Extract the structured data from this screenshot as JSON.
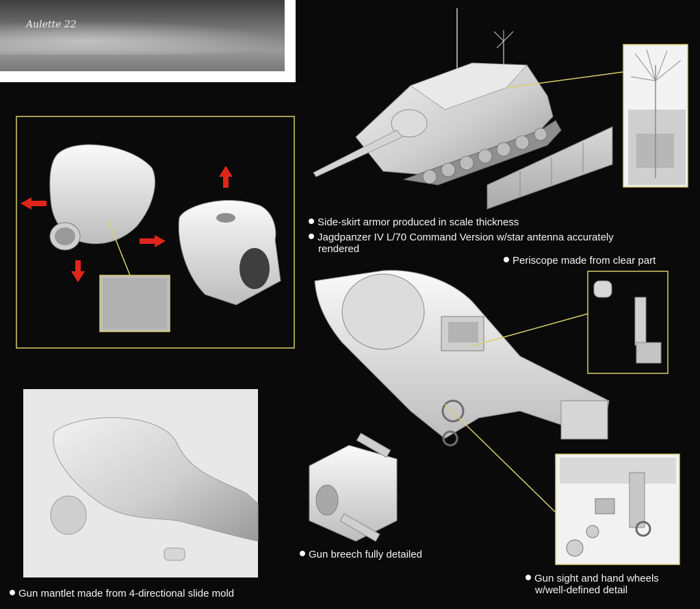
{
  "photo": {
    "signature": "Aulette 22"
  },
  "captions": {
    "side_skirt": "Side-skirt armor produced in scale thickness",
    "command_version_line1": "Jagdpanzer IV L/70 Command Version w/star antenna accurately",
    "command_version_line2": "rendered",
    "periscope": "Periscope made from clear part",
    "gun_breech": "Gun breech fully detailed",
    "gun_sight_line1": "Gun sight and hand wheels",
    "gun_sight_line2": "w/well-defined detail",
    "gun_mantlet": "Gun mantlet made from 4-directional slide mold"
  },
  "colors": {
    "background": "#0a0a0a",
    "frame": "#d8cf6a",
    "arrow": "#e0251b",
    "model_gray": "#d4d4d4",
    "caption_text": "#f4f4f4"
  }
}
